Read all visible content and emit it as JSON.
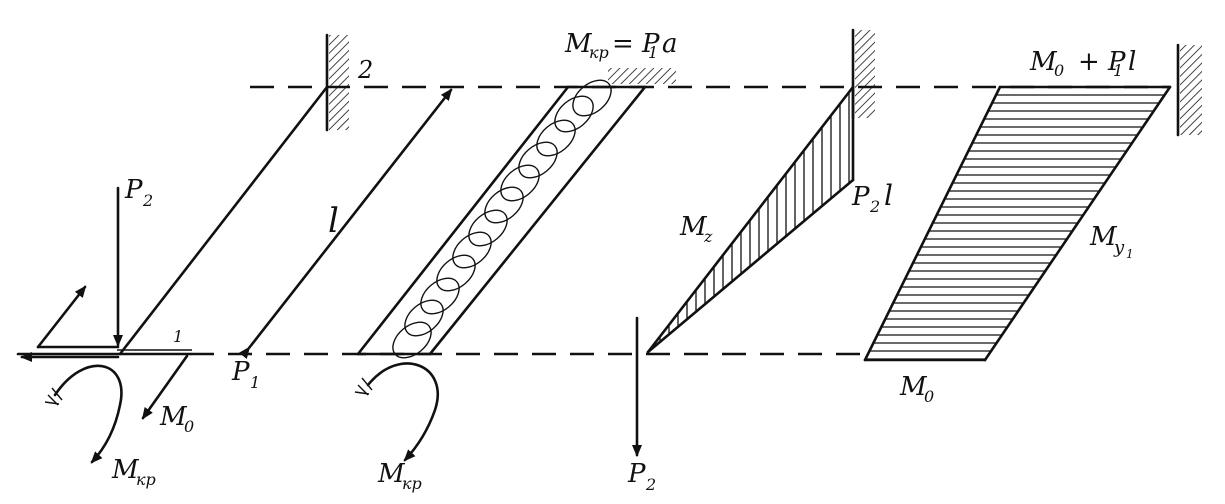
{
  "labels": {
    "support_2": "2",
    "point_1": "1",
    "length": "l",
    "p2_top": "P",
    "p2_top_sub": "2",
    "p1": "P",
    "p1_sub": "1",
    "m0_left": "M",
    "m0_left_sub": "0",
    "mkr_left": "M",
    "mkr_left_sub": "кр",
    "mkr_top": "M",
    "mkr_top_sub": "кр",
    "mkr_top_eq": "= P",
    "mkr_top_eq_sub": "1",
    "mkr_top_eq_tail": "a",
    "mkr_mid": "M",
    "mkr_mid_sub": "кр",
    "p2_bottom": "P",
    "p2_bottom_sub": "2",
    "mz": "M",
    "mz_sub": "z",
    "p2l": "P",
    "p2l_sub": "2",
    "p2l_tail": "l",
    "m0_right_top": "M",
    "m0_right_top_sub": "0",
    "m0_right_top_plus": "+ P",
    "m0_right_top_plus_sub": "1",
    "m0_right_top_tail": "l",
    "my": "M",
    "my_sub": "y",
    "my_sub2": "1",
    "m0_right_bottom": "M",
    "m0_right_bottom_sub": "0"
  }
}
